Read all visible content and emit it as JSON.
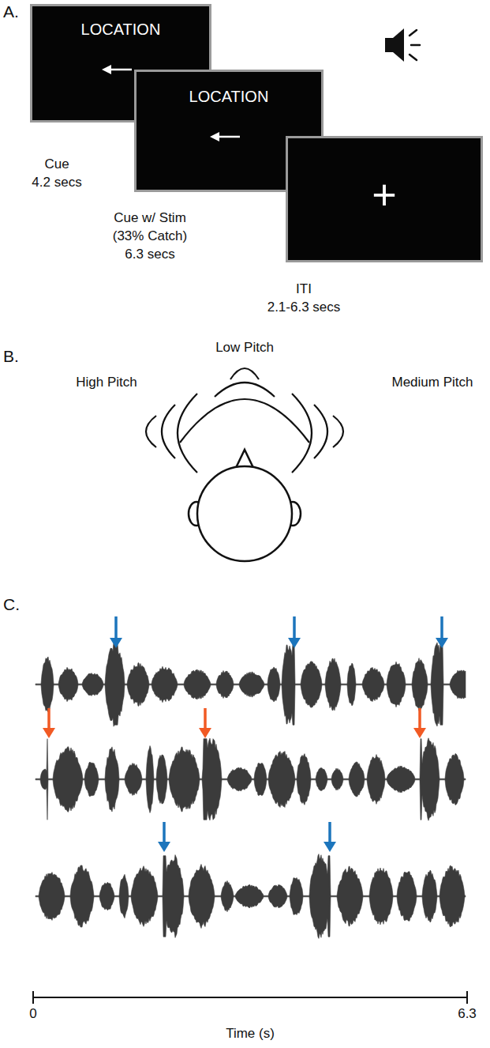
{
  "diagram": {
    "nodes": [
      {
        "text": [
          "LOCATION"
        ]
      },
      {
        "text": [
          "LOCATION"
        ]
      },
      {
        "text": [
          "+"
        ]
      }
    ],
    "labels": [
      "A.",
      "Cue",
      "4.2 secs",
      "Cue w/ Stim",
      "(33% Catch)",
      "6.3 secs",
      "ITI",
      "2.1-6.3 secs",
      "B.",
      "Low Pitch",
      "High Pitch",
      "Medium Pitch",
      "C.",
      "0",
      "6.3",
      "Time (s)"
    ]
  }
}
